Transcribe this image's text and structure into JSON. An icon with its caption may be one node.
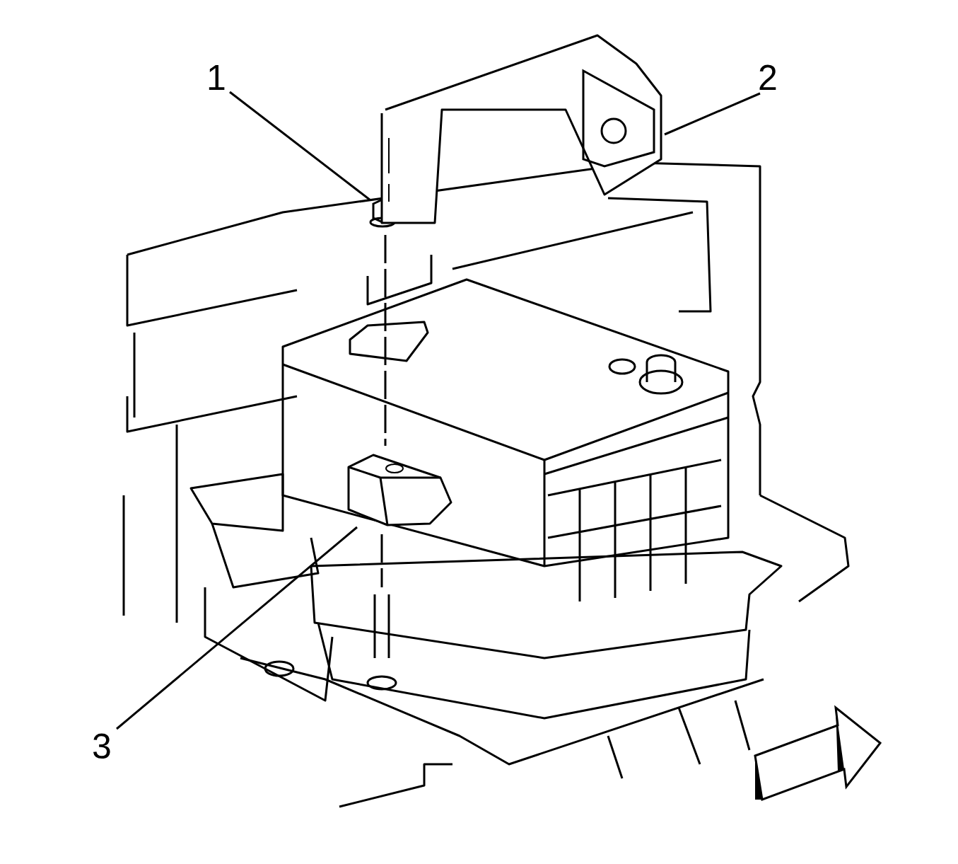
{
  "diagram": {
    "nodes": [
      {
        "text": [
          "1"
        ]
      },
      {
        "text": [
          "2"
        ]
      },
      {
        "text": [
          "3"
        ]
      },
      {
        "text": [],
        "shape": "picture"
      },
      {
        "text": [],
        "shape": "picture"
      },
      {
        "text": [],
        "shape": "picture"
      }
    ],
    "edges": [
      {
        "from": 0,
        "to": 3,
        "arrow": "none"
      },
      {
        "from": 1,
        "to": 4,
        "arrow": "none"
      },
      {
        "from": 2,
        "to": 5,
        "arrow": "none"
      }
    ]
  }
}
